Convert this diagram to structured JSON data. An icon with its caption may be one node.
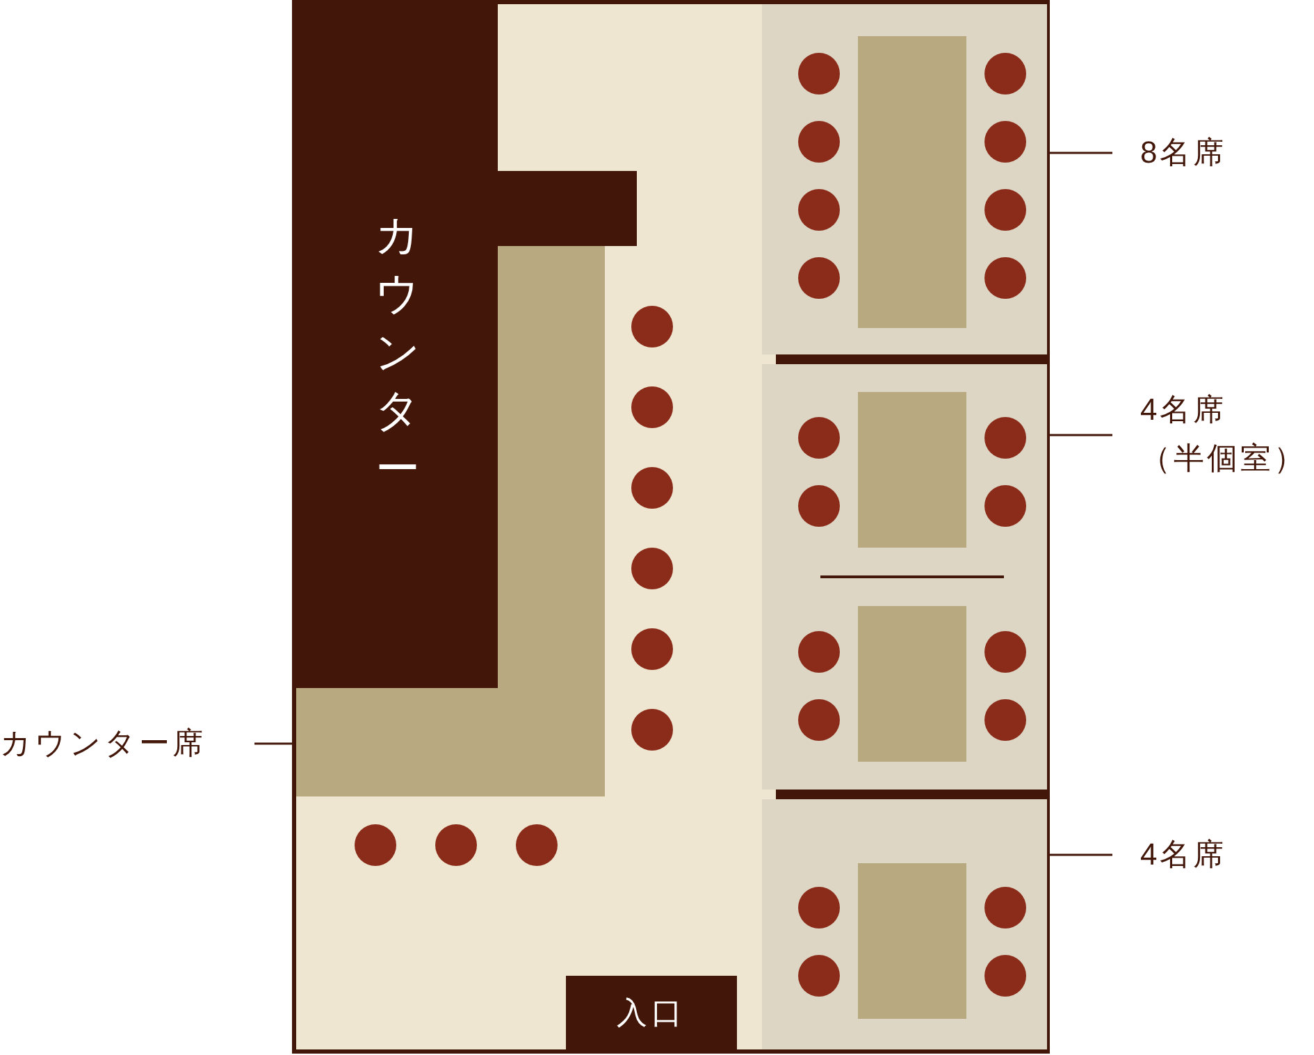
{
  "diagram": {
    "nodes": [
      {
        "text": [
          "カウンター"
        ]
      },
      {
        "text": [],
        "shape": "box"
      },
      {
        "text": [],
        "shape": "box"
      },
      {
        "text": [],
        "shape": "box"
      },
      {
        "text": [],
        "shape": "box"
      },
      {
        "text": [
          "入口"
        ]
      },
      {
        "text": [
          "8名席"
        ]
      },
      {
        "text": [
          "4名席（半個室）"
        ]
      },
      {
        "text": [
          "4名席"
        ]
      },
      {
        "text": [
          "カウンター席"
        ]
      }
    ],
    "edges": [
      {
        "from": 6,
        "to": 2,
        "arrow": "none"
      },
      {
        "from": 7,
        "to": 3,
        "arrow": "none"
      },
      {
        "from": 8,
        "to": 4,
        "arrow": "none"
      },
      {
        "from": 9,
        "to": 1,
        "arrow": "none"
      }
    ]
  }
}
